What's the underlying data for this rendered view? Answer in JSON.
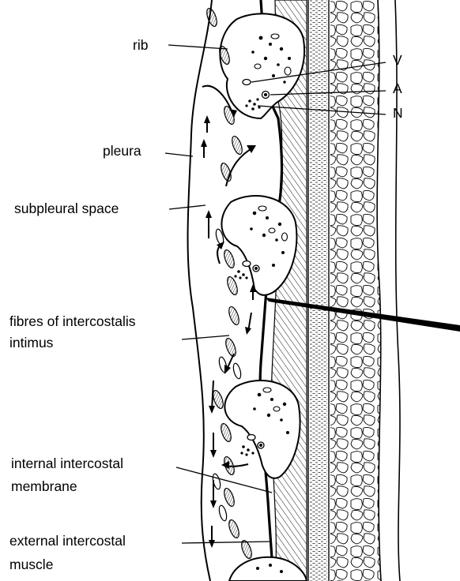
{
  "diagram": {
    "labels": {
      "rib": "rib",
      "vein": "V",
      "artery": "A",
      "nerve": "N",
      "pleura": "pleura",
      "subpleural_space": "subpleural space",
      "fibres_line1": "fibres of intercostalis",
      "fibres_line2": "intimus",
      "internal_membrane_line1": "internal intercostal",
      "internal_membrane_line2": "membrane",
      "external_muscle_line1": "external intercostal",
      "external_muscle_line2": "muscle"
    }
  }
}
